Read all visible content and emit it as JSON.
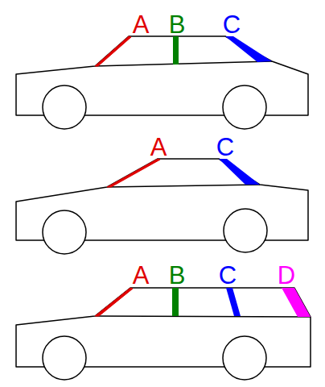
{
  "diagram": {
    "labels": [
      "A",
      "B",
      "C",
      "A",
      "C",
      "A",
      "B",
      "C",
      "D"
    ]
  }
}
